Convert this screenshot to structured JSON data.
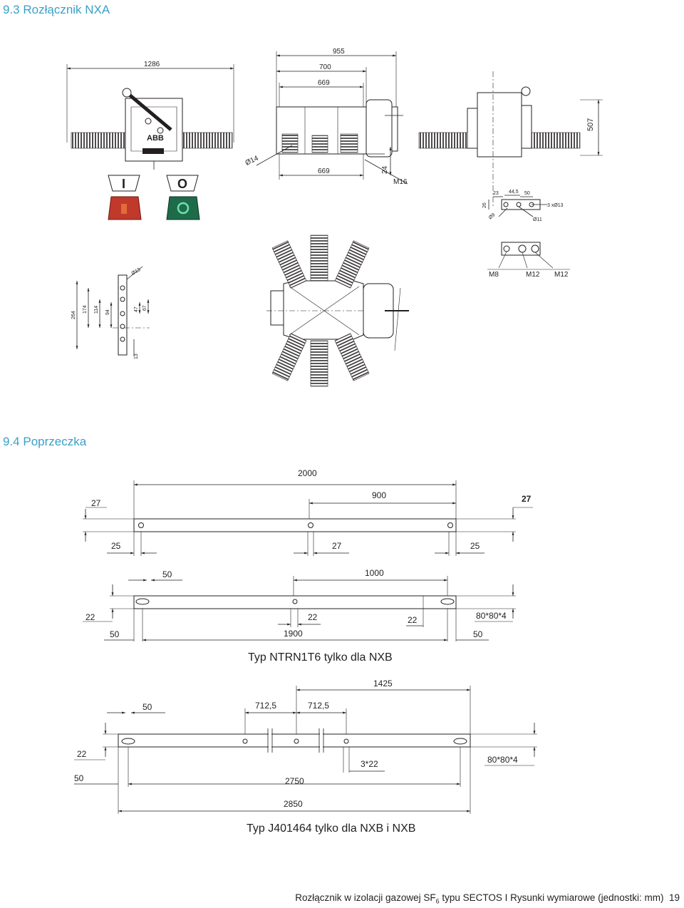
{
  "sections": {
    "s93_title": "9.3 Rozłącznik NXA",
    "s94_title": "9.4 Poprzeczka"
  },
  "nxa": {
    "dims": {
      "w1286": "1286",
      "w955": "955",
      "w700": "700",
      "w669a": "669",
      "w669b": "669",
      "h507": "507",
      "d14": "Ø14",
      "h24": "24",
      "m16": "M16",
      "p23": "23",
      "p44": "44,5",
      "p50": "50",
      "p26": "26",
      "h3x13": "3 xØ13",
      "d9": "Ø9",
      "d11": "Ø11",
      "m8": "M8",
      "m12a": "M12",
      "m12b": "M12",
      "d13": "Ø13",
      "v264": "264",
      "v174": "174",
      "v114": "114",
      "v94": "94",
      "v47": "47",
      "v67": "67",
      "v13": "13"
    },
    "indicators": {
      "off": "I",
      "on": "O"
    },
    "logo": "ABB"
  },
  "beam1": {
    "d2000": "2000",
    "d900": "900",
    "d27l": "27",
    "d27r": "27",
    "d25l": "25",
    "d27m": "27",
    "d25r": "25"
  },
  "beam2": {
    "d50a": "50",
    "d1000": "1000",
    "d22a": "22",
    "d22b": "22",
    "d22c": "22",
    "d50b": "50",
    "d1900": "1900",
    "profile": "80*80*4",
    "d50c": "50",
    "caption": "Typ NTRN1T6 tylko dla NXB"
  },
  "beam3": {
    "d1425": "1425",
    "d50": "50",
    "d712a": "712,5",
    "d712b": "712,5",
    "d22": "22",
    "d3x22": "3*22",
    "profile": "80*80*4",
    "d50b": "50",
    "d2750": "2750",
    "d2850": "2850",
    "caption": "Typ J401464 tylko dla NXB i NXB"
  },
  "footer": {
    "pre": "Rozłącznik w izolacji gazowej SF",
    "sub": "6",
    "post": " typu SECTOS I Rysunki wymiarowe (jednostki: mm)",
    "page": "19"
  }
}
